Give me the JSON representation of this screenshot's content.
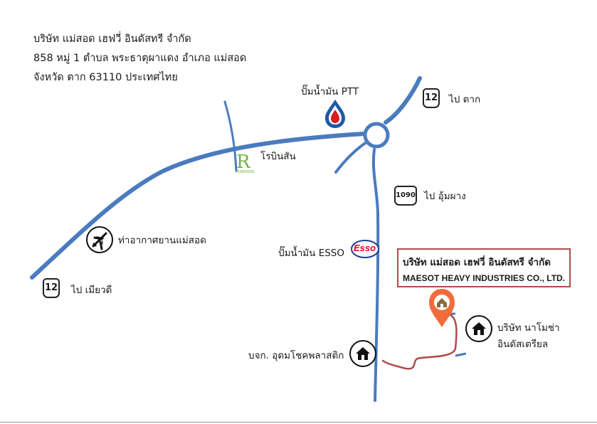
{
  "address": {
    "line1": "บริษัท แม่สอด เฮฟวี่ อินดัสทรี จำกัด",
    "line2": "858 หมู่ 1 ตำบล พระธาตุผาแดง อำเภอ แม่สอด",
    "line3": "จังหวัด ตาก 63110  ประเทศไทย"
  },
  "labels": {
    "ptt": "ปั๊มน้ำมัน PTT",
    "to_tak": "ไป ตาก",
    "robinson": "โรบินสัน",
    "robinson_logo_text": "ROBINSON",
    "to_umphang": "ไป อุ้มผาง",
    "airport": "ท่าอากาศยานแม่สอด",
    "esso": "ปั๊มน้ำมัน ESSO",
    "esso_logo": "Esso",
    "to_myawaddy": "ไป เมียวดี",
    "namosha_line1": "บริษัท นาโมช่า",
    "namosha_line2": "อินดัสเตรียล",
    "udom": "บจก. อุดมโชคพลาสติก"
  },
  "route_shields": {
    "tak": "12",
    "umphang": "1090",
    "myawaddy": "12"
  },
  "company": {
    "name_th": "บริษัท แม่สอด เฮฟวี่ อินดัสทรี จำกัด",
    "name_en": "MAESOT HEAVY INDUSTRIES CO., LTD."
  },
  "colors": {
    "road": "#4a7bbf",
    "access_road": "#b04a4a",
    "pin": "#f26b3a",
    "robinson": "#6db33f",
    "ptt_blue": "#1f5aa6",
    "ptt_red": "#d81f26",
    "esso_red": "#e4002b",
    "esso_blue": "#1f3f8f"
  },
  "icons": {
    "airport": "airplane-icon",
    "house": "house-icon",
    "pin": "location-pin-icon"
  }
}
